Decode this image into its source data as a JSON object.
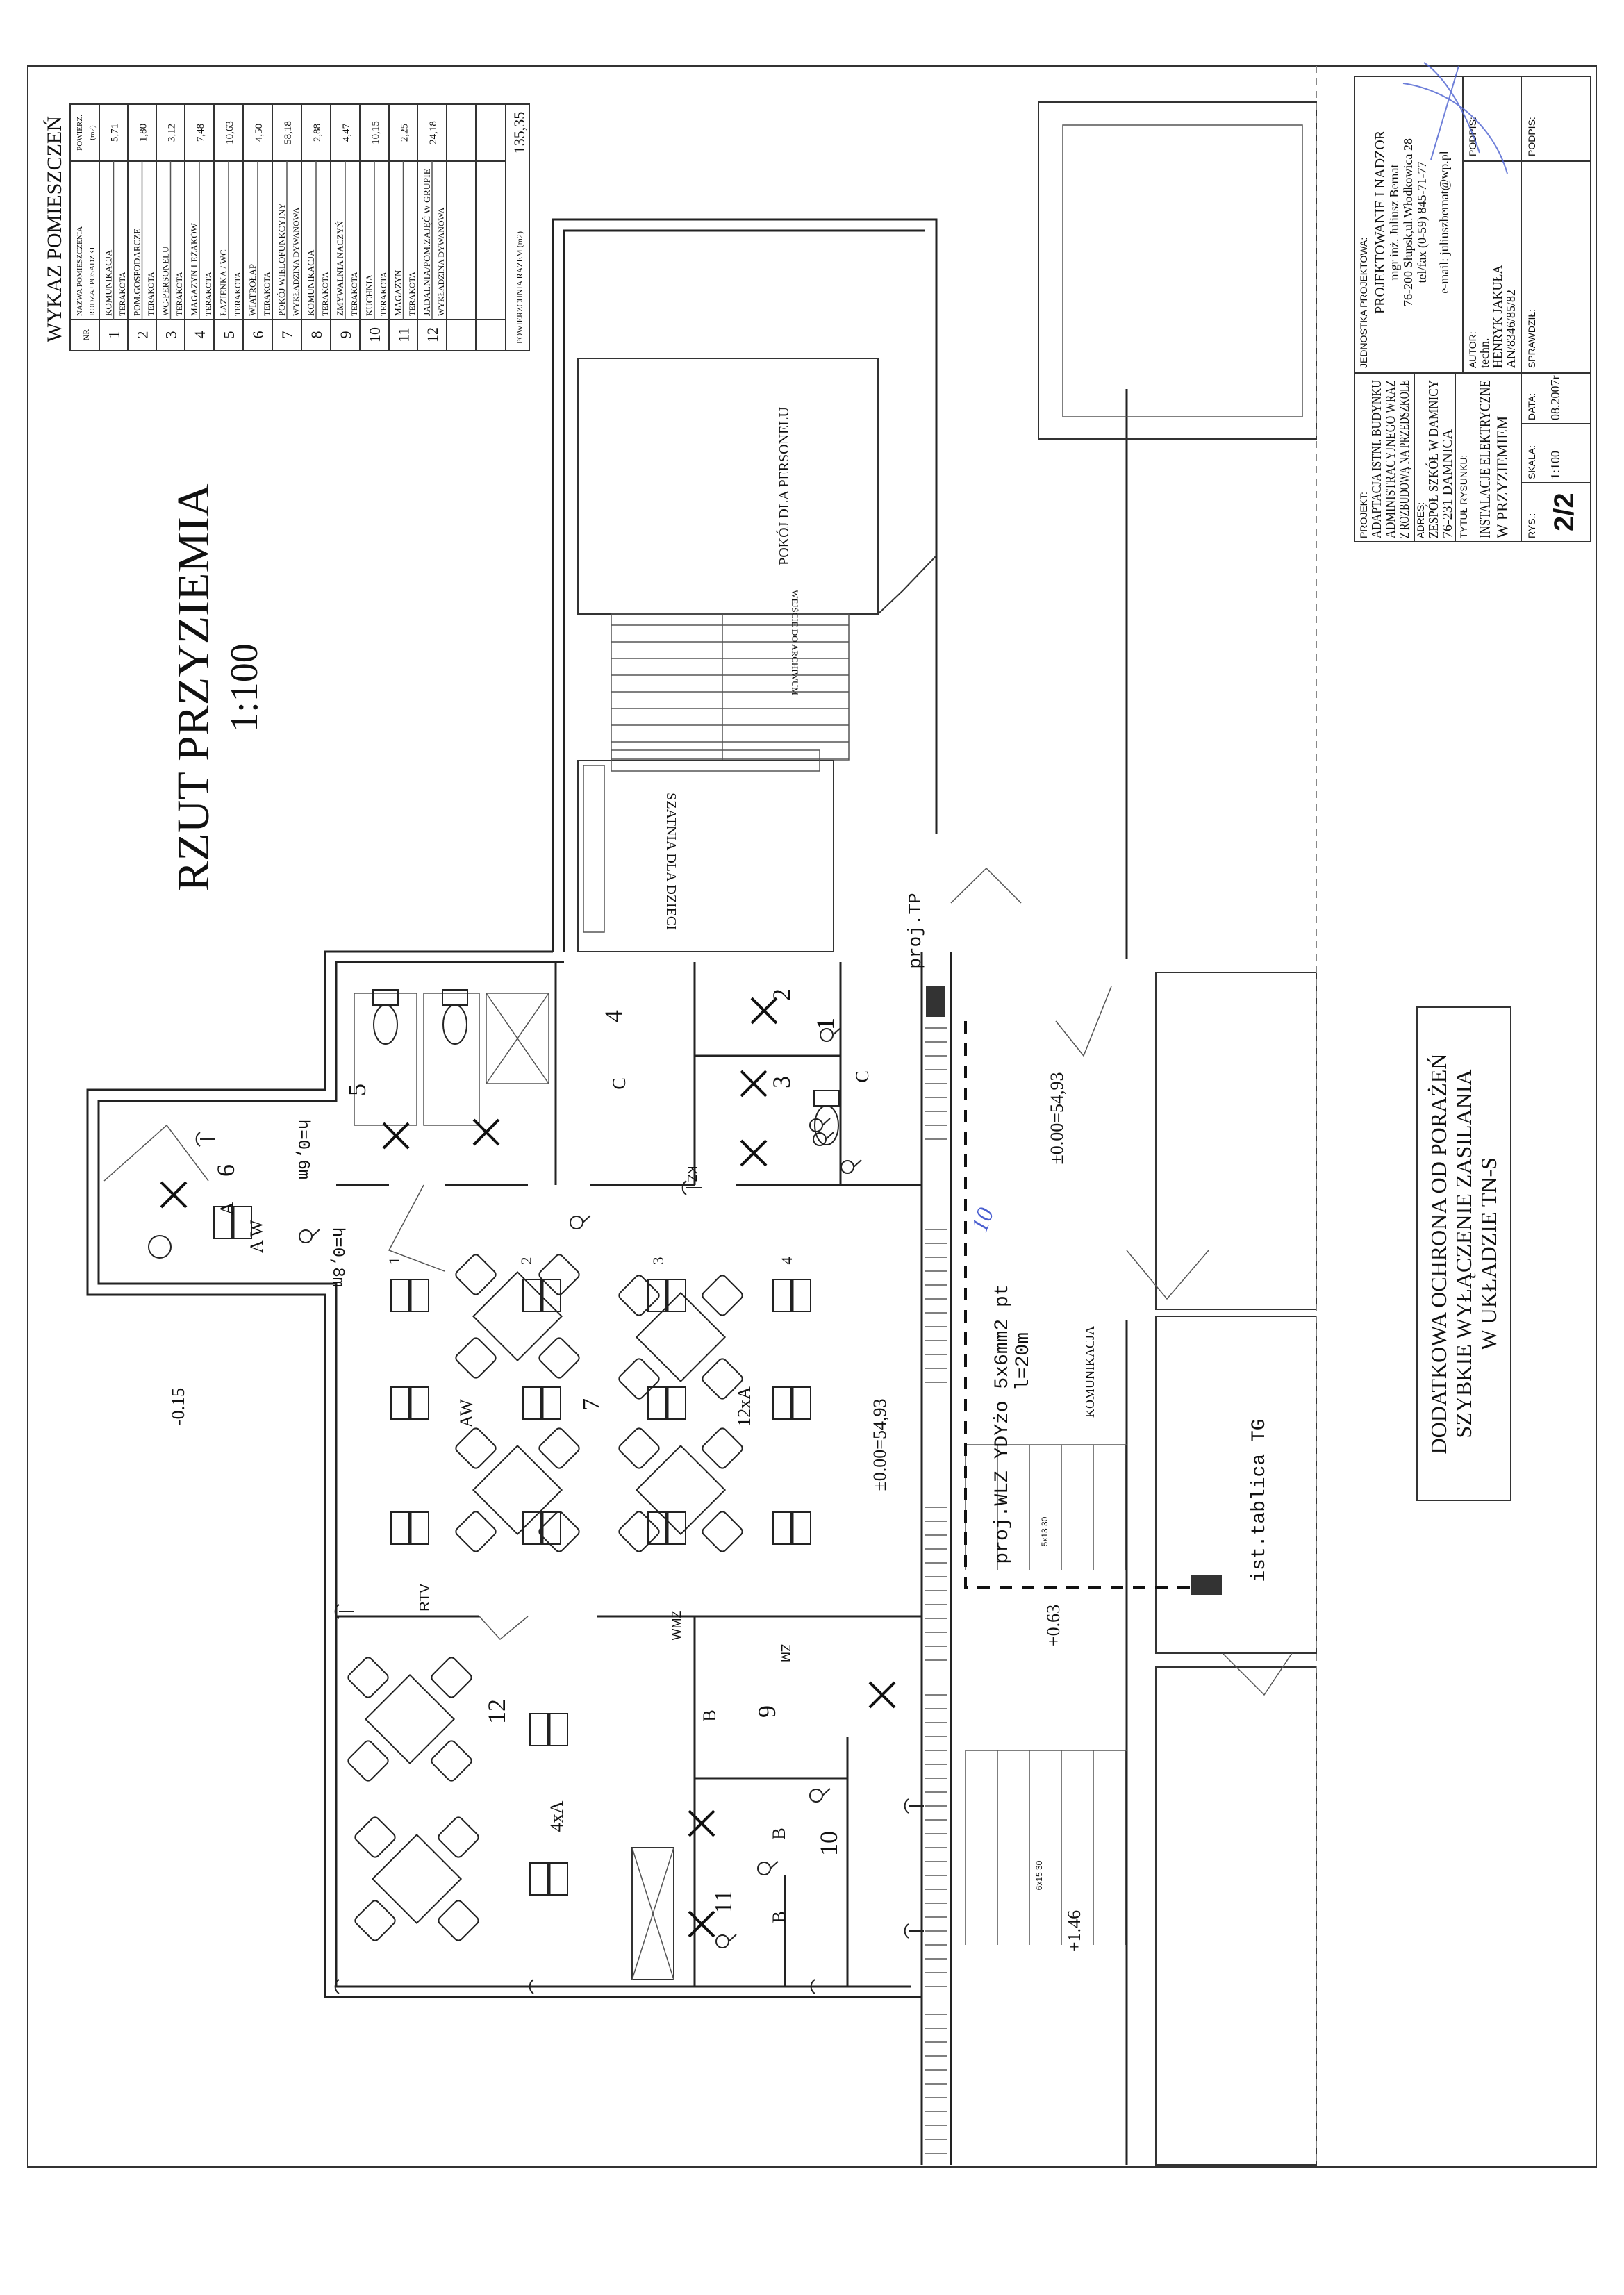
{
  "drawing": {
    "title": "RZUT PRZYZIEMIA",
    "scale": "1:100"
  },
  "room_table": {
    "title": "WYKAZ POMIESZCZEŃ",
    "headers": {
      "nr": "NR",
      "name": "NAZWA POMIESZCZENIA",
      "floor": "RODZAJ POSADZKI",
      "area": "POWIERZ.",
      "area_unit": "(m2)"
    },
    "rows": [
      {
        "nr": "1",
        "name": "KOMUNIKACJA",
        "floor": "TERAKOTA",
        "area": "5,71"
      },
      {
        "nr": "2",
        "name": "POM.GOSPODARCZE",
        "floor": "TERAKOTA",
        "area": "1,80"
      },
      {
        "nr": "3",
        "name": "WC-PERSONELU",
        "floor": "TERAKOTA",
        "area": "3,12"
      },
      {
        "nr": "4",
        "name": "MAGAZYN LEŻAKÓW",
        "floor": "TERAKOTA",
        "area": "7,48"
      },
      {
        "nr": "5",
        "name": "ŁAZIENKA / WC",
        "floor": "TERAKOTA",
        "area": "10,63"
      },
      {
        "nr": "6",
        "name": "WIATROŁAP",
        "floor": "TERAKOTA",
        "area": "4,50"
      },
      {
        "nr": "7",
        "name": "POKÓJ WIELOFUNKCYJNY",
        "floor": "WYKŁADZINA DYWANOWA",
        "area": "58,18"
      },
      {
        "nr": "8",
        "name": "KOMUNIKACJA",
        "floor": "TERAKOTA",
        "area": "2,88"
      },
      {
        "nr": "9",
        "name": "ZMYWALNIA NACZYŃ",
        "floor": "TERAKOTA",
        "area": "4,47"
      },
      {
        "nr": "10",
        "name": "KUCHNIA",
        "floor": "TERAKOTA",
        "area": "10,15"
      },
      {
        "nr": "11",
        "name": "MAGAZYN",
        "floor": "TERAKOTA",
        "area": "2,25"
      },
      {
        "nr": "12",
        "name": "JADALNIA/POM.ZAJĘĆ W GRUPIE",
        "floor": "WYKŁADZINA DYWANOWA",
        "area": "24,18"
      }
    ],
    "total_label": "POWIERZCHNIA RAZEM (m2)",
    "total_value": "135,35"
  },
  "plan_labels": {
    "staff_room": "POKÓJ DLA PERSONELU",
    "archive_entrance": "WEJŚCIE DO ARCHIWUM",
    "cloakroom": "SZATNIA DLA DZIECI",
    "proj_tp": "proj.TP",
    "corridor": "KOMUNIKACJA",
    "wlz_line1": "proj.WLZ  YDYżo  5x6mm2  pt",
    "wlz_line2": "l=20m",
    "board_tg": "ist.tablica  TG",
    "level_main_1": "±0.00=54,93",
    "level_main_2": "±0.00=54,93",
    "level_063": "+0.63",
    "level_146": "+1.46",
    "level_015": "-0.15",
    "h06": "h=0,6m",
    "h08": "h=0,8m",
    "aw1": "A W",
    "aw2": "AW",
    "a_label": "A",
    "count_12xa": "12xA",
    "count_4xa": "4xA",
    "rtv": "RTV",
    "wmz": "WMZ",
    "zm": "ZM",
    "kz": "KZ",
    "c1": "C",
    "c2": "C",
    "b1": "B",
    "b2": "B",
    "b3": "B",
    "stairs1": "5x13 30",
    "stairs2": "6x15 30",
    "handwritten": "10",
    "room_numbers": [
      "1",
      "2",
      "3",
      "4",
      "5",
      "6",
      "7",
      "9",
      "10",
      "11",
      "12"
    ],
    "lamp_numbers": [
      "1",
      "2",
      "3",
      "4"
    ]
  },
  "notice": {
    "line1": "DODATKOWA OCHRONA OD PORAŻEŃ",
    "line2": "SZYBKIE WYŁĄCZENIE ZASILANIA",
    "line3": "W UKŁADZIE TN-S"
  },
  "title_block": {
    "project_label": "PROJEKT:",
    "project_l1": "ADAPTACJA ISTNI. BUDYNKU",
    "project_l2": "ADMINISTRACYJNEGO WRAZ",
    "project_l3": "Z ROZBUDOWĄ NA PRZEDSZKOLE",
    "address_label": "ADRES:",
    "address_l1": "ZESPÓŁ SZKÓŁ W DAMNICY",
    "address_l2": "76-231 DAMNICA",
    "drawing_title_label": "TYTUŁ RYSUNKU:",
    "drawing_title_l1": "INSTALACJE ELEKTRYCZNE",
    "drawing_title_l2": "W PRZYZIEMIEM",
    "sheet_label": "RYS.:",
    "sheet_value": "2/2",
    "scale_label": "SKALA:",
    "scale_value": "1:100",
    "date_label": "DATA:",
    "date_value": "08.2007r",
    "unit_label": "JEDNOSTKA PROJEKTOWA:",
    "unit_l1": "PROJEKTOWANIE I NADZOR",
    "unit_l2": "mgr inż. Juliusz Bernat",
    "unit_l3": "76-200 Słupsk,ul.Włodkowica 28",
    "unit_l4": "tel/fax (0-59) 845-71-77",
    "unit_l5": "e-mail: juliuszbernat@wp.pl",
    "author_label": "AUTOR:",
    "author_l1": "techn.",
    "author_l2": "HENRYK JAKUŁA",
    "author_l3": "AN/8346/85/82",
    "signature_label_1": "PODPIS:",
    "checked_label": "SPRAWDZIŁ:",
    "signature_label_2": "PODPIS:"
  },
  "colors": {
    "line": "#222222",
    "signature_ink": "#4a5fd0",
    "stamp": "#e07a8a"
  }
}
